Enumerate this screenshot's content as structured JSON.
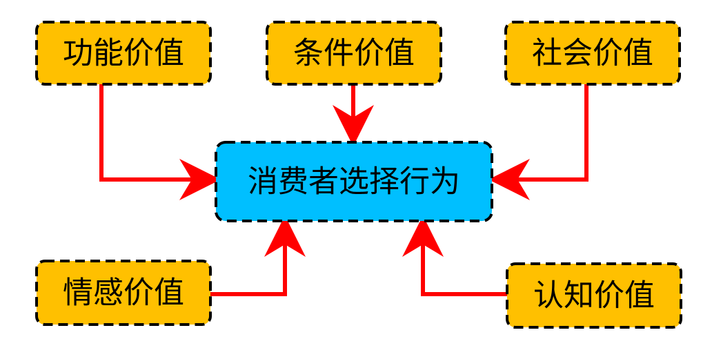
{
  "nodes": {
    "functional": {
      "label": "功能价值"
    },
    "conditional": {
      "label": "条件价值"
    },
    "social": {
      "label": "社会价值"
    },
    "center": {
      "label": "消费者选择行为"
    },
    "emotional": {
      "label": "情感价值"
    },
    "epistemic": {
      "label": "认知价值"
    }
  },
  "colors": {
    "value_box_fill": "#ffc000",
    "center_box_fill": "#00bfff",
    "border": "#000000",
    "arrow": "#ff0000",
    "text": "#000000"
  }
}
